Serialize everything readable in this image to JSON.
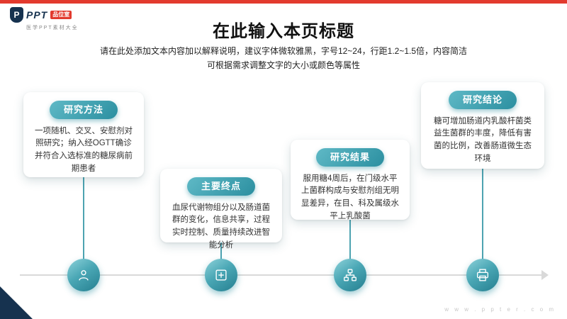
{
  "brand": {
    "name": "PPT",
    "badge": "品位室",
    "shield_letter": "P",
    "tagline": "医学PPT素材大全"
  },
  "header": {
    "title": "在此输入本页标题",
    "subtitle1": "请在此处添加文本内容加以解释说明，建议字体微软雅黑，字号12~24，行距1.2~1.5倍，内容简洁",
    "subtitle2": "可根据需求调整文字的大小或颜色等属性"
  },
  "timeline": {
    "items": [
      {
        "label": "研究方法",
        "text": "一项随机、交叉、安慰剂对照研究；纳入经OGTT确诊并符合入选标准的糖尿病前期患者",
        "icon": "researcher-icon"
      },
      {
        "label": "主要终点",
        "text": "血尿代谢物组分以及肠道菌群的变化，信息共享，过程实时控制、质量持续改进智能分析",
        "icon": "plus-box-icon"
      },
      {
        "label": "研究结果",
        "text": "服用糖4周后，在门级水平上菌群构成与安慰剂组无明显差异，在目、科及属级水平上乳酸菌",
        "icon": "org-chart-icon"
      },
      {
        "label": "研究结论",
        "text": "糖可增加肠道内乳酸杆菌类益生菌群的丰度，降低有害菌的比例，改善肠道微生态环境",
        "icon": "printer-icon"
      }
    ]
  },
  "footer": {
    "watermark": "w w w . p p t e r . c o m"
  },
  "colors": {
    "accent_teal": "#2e93a3",
    "top_bar_red": "#e23a2e",
    "navy": "#16324f"
  }
}
